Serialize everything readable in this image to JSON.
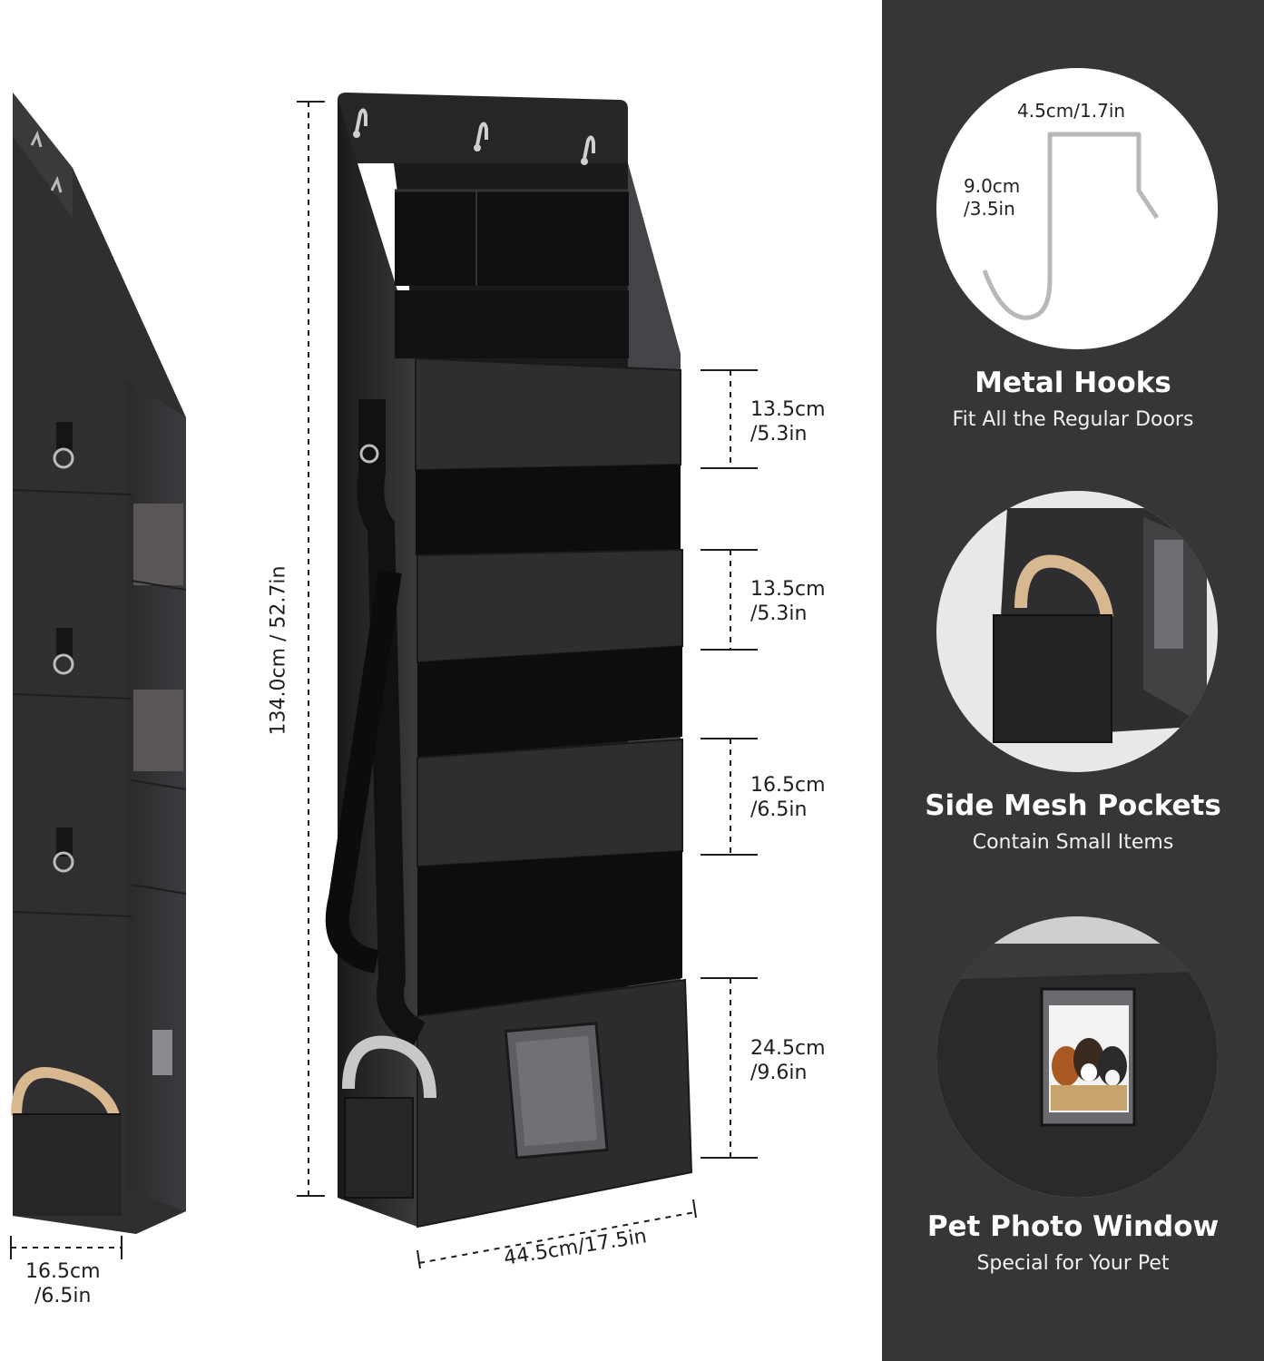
{
  "colors": {
    "panel": "#363636",
    "fabric": "#2b2b2d",
    "fabric_light": "#4a4a4e",
    "text_dark": "#1e1e1e",
    "text_light": "#ffffff"
  },
  "dimensions": {
    "total_height": "134.0cm / 52.7in",
    "width": "44.5cm/17.5in",
    "depth_line1": "16.5cm",
    "depth_line2": "/6.5in",
    "shelves": [
      {
        "line1": "13.5cm",
        "line2": "/5.3in"
      },
      {
        "line1": "13.5cm",
        "line2": "/5.3in"
      },
      {
        "line1": "16.5cm",
        "line2": "/6.5in"
      },
      {
        "line1": "24.5cm",
        "line2": "/9.6in"
      }
    ]
  },
  "hook": {
    "width": "4.5cm/1.7in",
    "height_line1": "9.0cm",
    "height_line2": "/3.5in"
  },
  "features": [
    {
      "title": "Metal Hooks",
      "subtitle": "Fit All the Regular Doors",
      "icon": "metal-hook-icon"
    },
    {
      "title": "Side Mesh Pockets",
      "subtitle": "Contain Small Items",
      "icon": "side-pocket-icon"
    },
    {
      "title": "Pet Photo Window",
      "subtitle": "Special for Your Pet",
      "icon": "photo-window-icon"
    }
  ]
}
